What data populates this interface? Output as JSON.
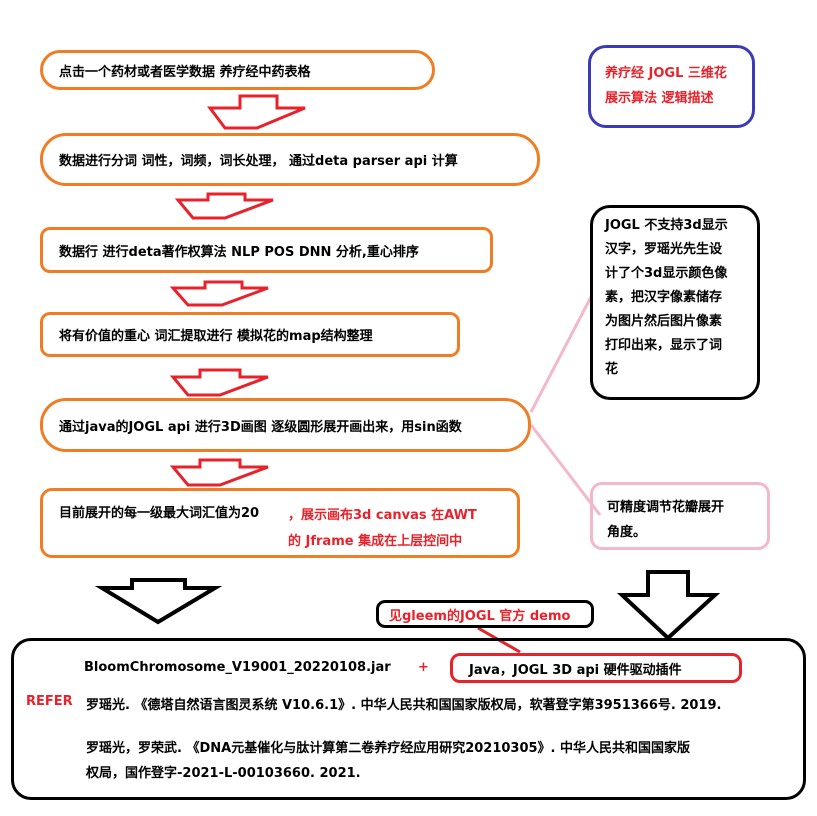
{
  "steps": [
    {
      "text": "点击一个药材或者医学数据       养疗经中药表格"
    },
    {
      "text": "数据进行分词 词性，词频，词长处理， 通过deta parser api 计算"
    },
    {
      "text": "数据行 进行deta著作权算法 NLP POS DNN 分析,重心排序"
    },
    {
      "text": "将有价值的重心  词汇提取进行 模拟花的map结构整理"
    },
    {
      "text": "通过java的JOGL api 进行3D画图 逐级圆形展开画出来，用sin函数"
    },
    {
      "text": "目前展开的每一级最大词汇值为20"
    }
  ],
  "step6_red_lines": [
    "，展示画布3d canvas 在AWT",
    "的 Jframe 集成在上层控间中"
  ],
  "title_box": {
    "lines": [
      "养疗经 JOGL 三维花",
      "展示算法 逻辑描述"
    ]
  },
  "note_jogl": {
    "lines": [
      "JOGL 不支持3d显示",
      "汉字，罗瑶光先生设",
      "计了个3d显示颜色像",
      "素，把汉字像素储存",
      "为图片然后图片像素",
      "打印出来，显示了词",
      "花"
    ]
  },
  "note_angle": {
    "lines": [
      "可精度调节花瓣展开",
      "角度。"
    ]
  },
  "demo_label": "见gleem的JOGL 官方 demo",
  "bottom": {
    "jar": "BloomChromosome_V19001_20220108.jar",
    "plus": "+",
    "driver": "Java，JOGL 3D api   硬件驱动插件",
    "refer_label": "REFER",
    "ref1": "罗瑶光. 《德塔自然语言图灵系统 V10.6.1》. 中华人民共和国国家版权局，软著登字第3951366号. 2019.",
    "ref2_lines": [
      "罗瑶光，罗荣武. 《DNA元基催化与肽计算第二卷养疗经应用研究20210305》. 中华人民共和国国家版",
      "权局，国作登字-2021-L-00103660. 2021."
    ]
  },
  "colors": {
    "orange": "#f07d24",
    "red": "#e8222a",
    "blue": "#3b3bb8",
    "pink": "#f4b8cb"
  }
}
